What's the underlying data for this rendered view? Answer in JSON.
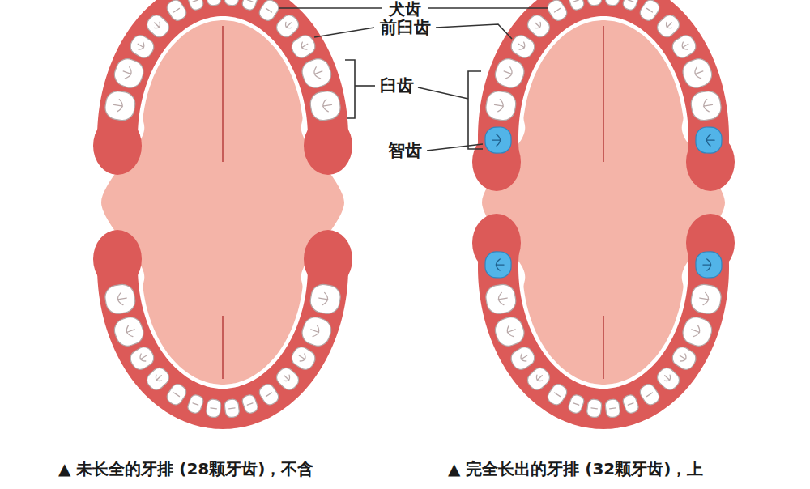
{
  "diagram": {
    "labels": [
      "犬齿",
      "前臼齿",
      "臼齿",
      "智齿",
      "▲ 未长全的牙排 (28颗牙齿)，不含",
      "▲ 完全长出的牙排 (32颗牙齿)，上"
    ]
  }
}
